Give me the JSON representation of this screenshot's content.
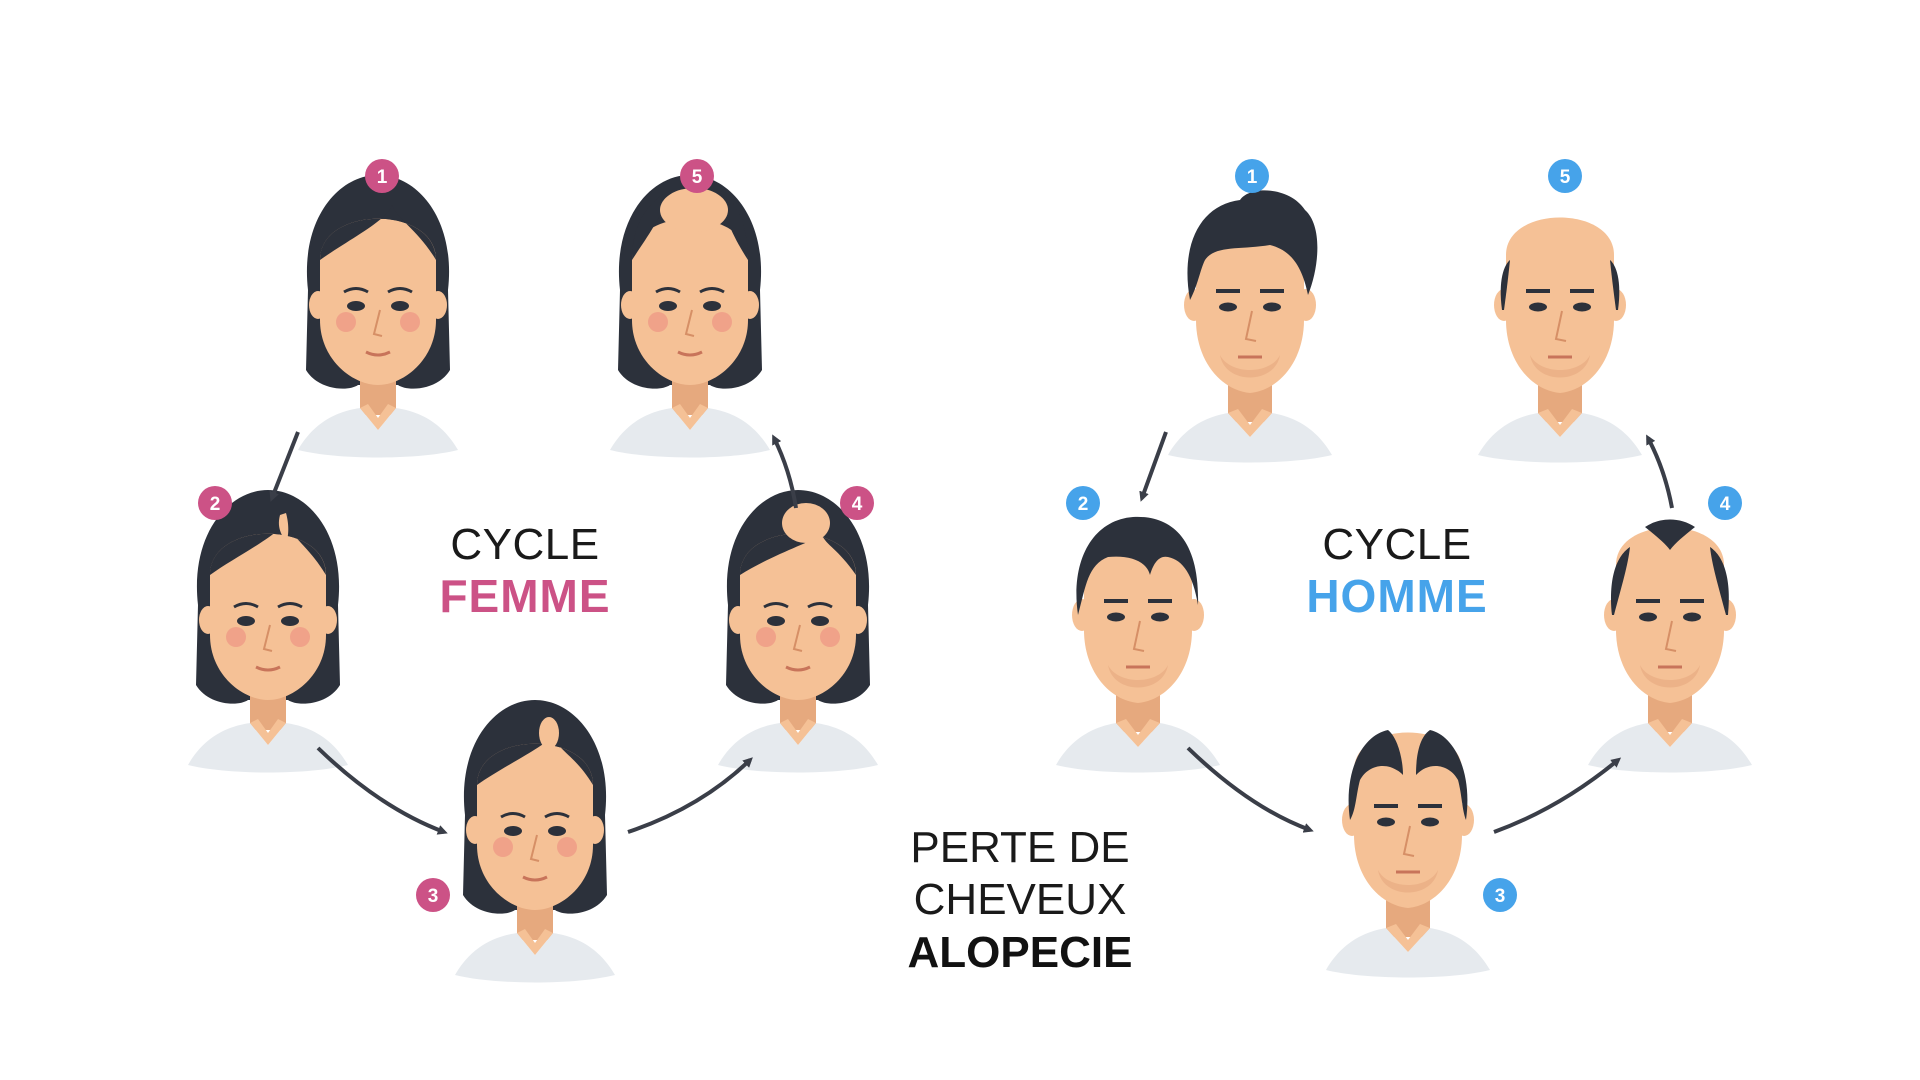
{
  "colors": {
    "female_accent": "#cc5286",
    "male_accent": "#46a3ea",
    "hair": "#2c313b",
    "skin": "#f5c196",
    "skin_shadow": "#e6a97e",
    "shirt": "#e6eaee",
    "arrow": "#3a3e48"
  },
  "female_cycle": {
    "label_line1": "CYCLE",
    "label_line2": "FEMME",
    "badges": [
      "1",
      "2",
      "3",
      "4",
      "5"
    ]
  },
  "male_cycle": {
    "label_line1": "CYCLE",
    "label_line2": "HOMME",
    "badges": [
      "1",
      "2",
      "3",
      "4",
      "5"
    ]
  },
  "center": {
    "line1": "PERTE DE CHEVEUX",
    "line2": "ALOPECIE"
  }
}
